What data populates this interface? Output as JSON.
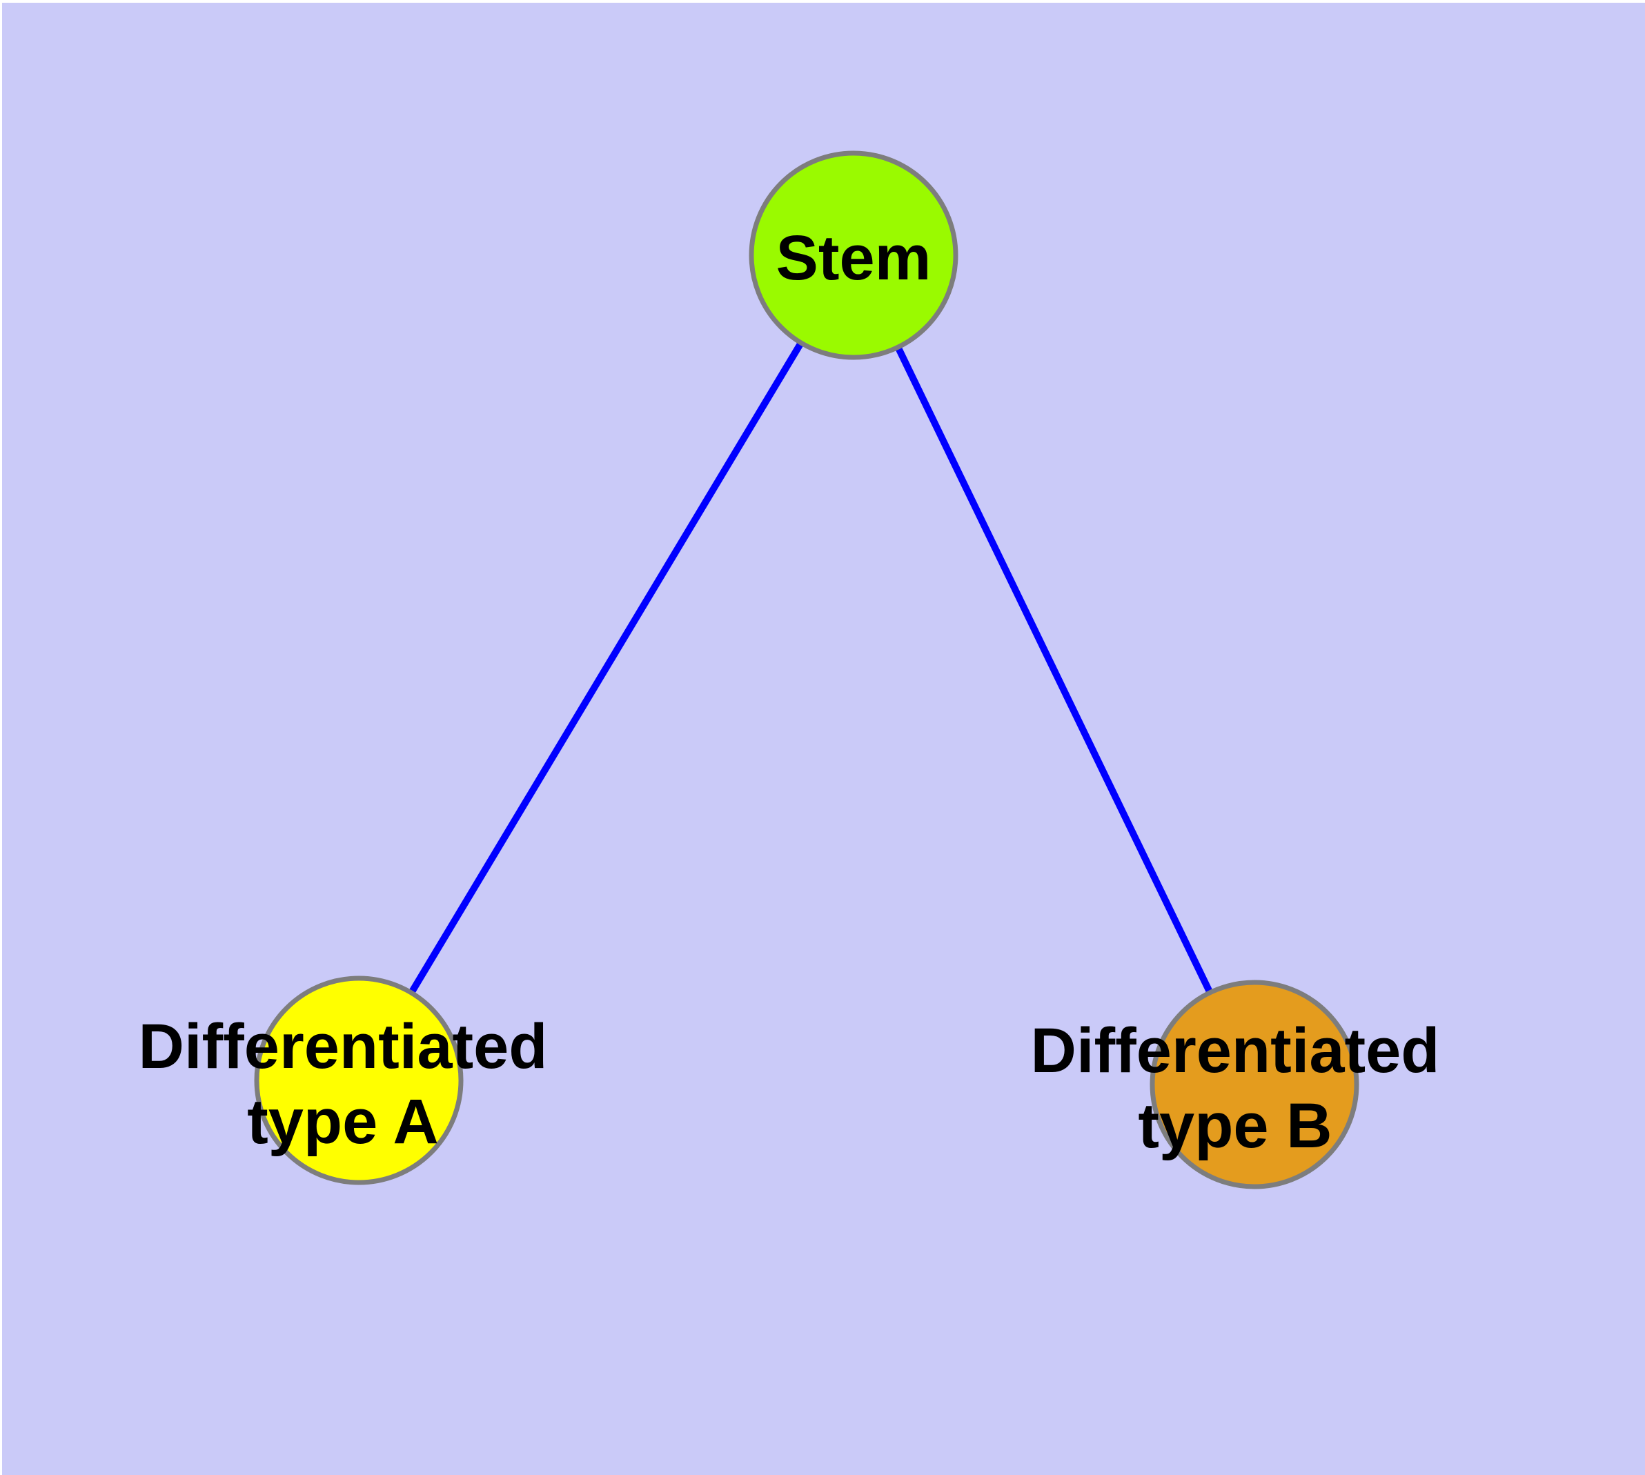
{
  "diagram": {
    "background_color": "#CACAF8",
    "edge_color": "#0000FF",
    "node_border_color": "#7D7D7D",
    "text_color": "#000000",
    "nodes": {
      "stem": {
        "label": "Stem",
        "color": "#9AFA00"
      },
      "type_a": {
        "lines": [
          "Differentiated",
          "type A"
        ],
        "color": "#FFFF00"
      },
      "type_b": {
        "lines": [
          "Differentiated",
          "type B"
        ],
        "color": "#E49C1E"
      }
    },
    "edges": [
      {
        "from": "Stem",
        "to": "Differentiated type A"
      },
      {
        "from": "Stem",
        "to": "Differentiated type B"
      }
    ]
  }
}
